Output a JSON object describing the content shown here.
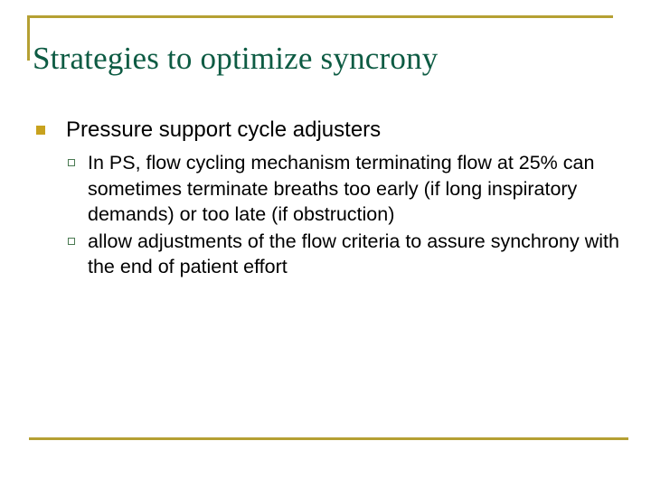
{
  "slide": {
    "title": "Strategies to optimize syncrony",
    "background_color": "#ffffff",
    "title_color": "#0d5b43",
    "rule_color": "#b5a033",
    "level1_bullet_color": "#c8a21e",
    "level2_bullet_color": "#4a7a52",
    "body_text_color": "#000000",
    "bullets": [
      {
        "level": 1,
        "marker": "filled-square-bullet-icon",
        "text": "Pressure support cycle adjusters",
        "children": [
          {
            "level": 2,
            "marker": "hollow-square-bullet-icon",
            "text": "In PS, flow cycling mechanism terminating flow at 25% can sometimes terminate breaths too early (if long inspiratory demands) or too late (if obstruction)"
          },
          {
            "level": 2,
            "marker": "hollow-square-bullet-icon",
            "text": "allow adjustments of the flow criteria to assure synchrony with the end of patient effort"
          }
        ]
      }
    ]
  }
}
